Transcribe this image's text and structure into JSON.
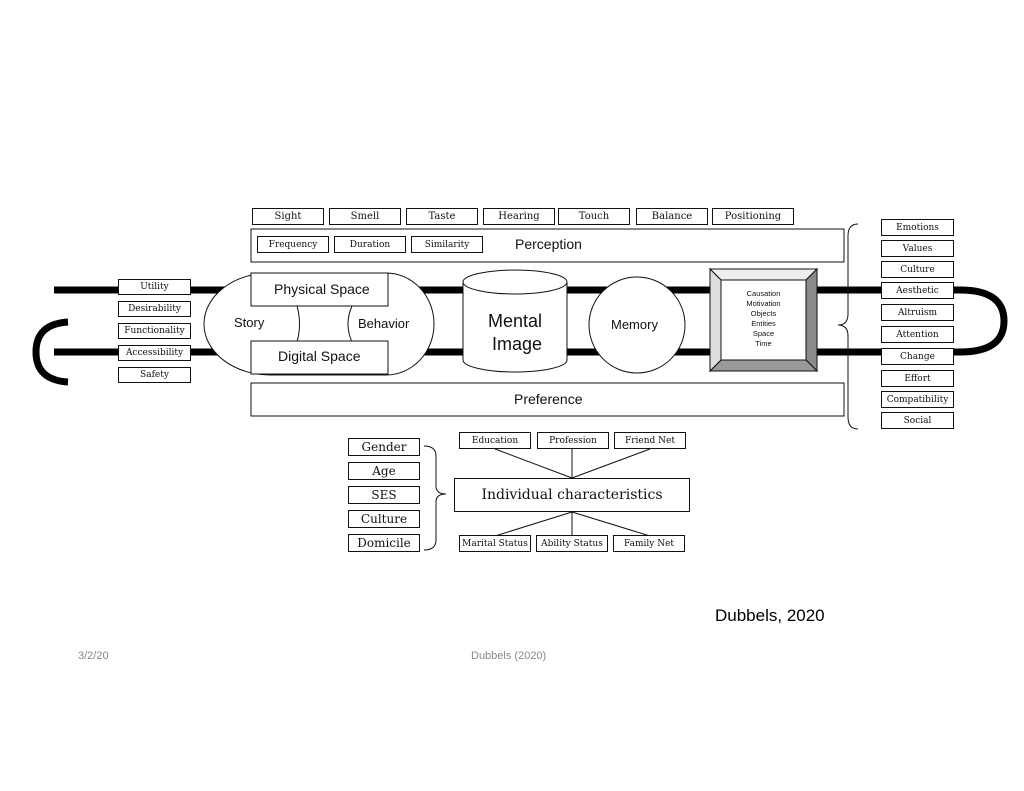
{
  "senses": [
    "Sight",
    "Smell",
    "Taste",
    "Hearing",
    "Touch",
    "Balance",
    "Positioning"
  ],
  "perception": {
    "title": "Perception",
    "meta": [
      "Frequency",
      "Duration",
      "Similarity"
    ]
  },
  "left_qualities": [
    "Utility",
    "Desirability",
    "Functionality",
    "Accessibility",
    "Safety"
  ],
  "spaces": {
    "physical": "Physical Space",
    "digital": "Digital Space",
    "story": "Story",
    "behavior": "Behavior"
  },
  "mental_image": {
    "line1": "Mental",
    "line2": "Image"
  },
  "memory": "Memory",
  "cognition_list": [
    "Causation",
    "Motivation",
    "Objects",
    "Entities",
    "Space",
    "Time"
  ],
  "right_factors": [
    "Emotions",
    "Values",
    "Culture",
    "Aesthetic",
    "Altruism",
    "Attention",
    "Change",
    "Effort",
    "Compatibility",
    "Social"
  ],
  "preference": "Preference",
  "demographics": [
    "Gender",
    "Age",
    "SES",
    "Culture",
    "Domicile"
  ],
  "individual": {
    "title": "Individual characteristics",
    "top": [
      "Education",
      "Profession",
      "Friend Net"
    ],
    "bottom": [
      "Marital Status",
      "Ability Status",
      "Family Net"
    ]
  },
  "credit": "Dubbels, 2020",
  "footer": {
    "date": "3/2/20",
    "center": "Dubbels (2020)"
  }
}
